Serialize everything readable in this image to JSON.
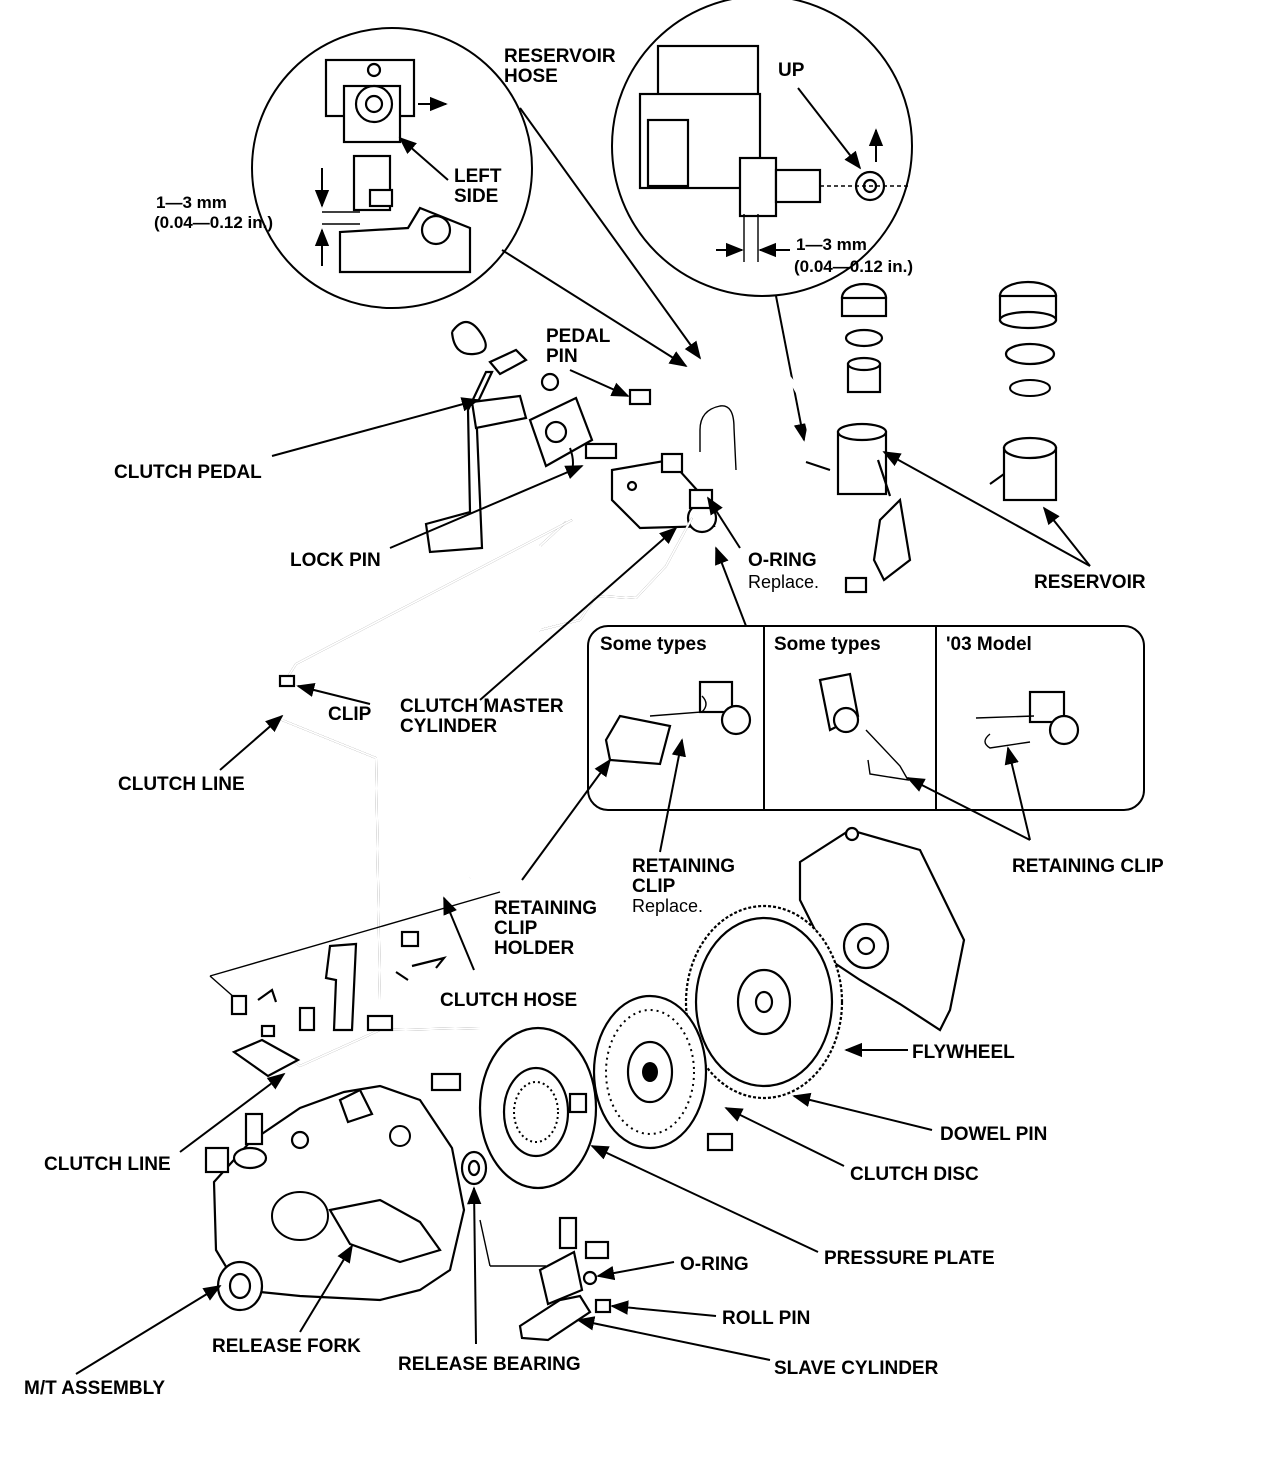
{
  "labels": {
    "reservoir_hose_1": "RESERVOIR",
    "reservoir_hose_2": "HOSE",
    "up": "UP",
    "left_side_1": "LEFT",
    "left_side_2": "SIDE",
    "dim_left_1": "1—3 mm",
    "dim_left_2": "(0.04—0.12 in.)",
    "dim_right_1": "1—3 mm",
    "dim_right_2": "(0.04—0.12 in.)",
    "pedal_pin_1": "PEDAL",
    "pedal_pin_2": "PIN",
    "clutch_pedal": "CLUTCH PEDAL",
    "lock_pin": "LOCK PIN",
    "o_ring_top": "O-RING",
    "o_ring_top_note": "Replace.",
    "reservoir": "RESERVOIR",
    "clip": "CLIP",
    "clutch_master_1": "CLUTCH MASTER",
    "clutch_master_2": "CYLINDER",
    "clutch_line_top": "CLUTCH LINE",
    "some_types_1": "Some types",
    "some_types_2": "Some types",
    "model_03": "'03 Model",
    "retaining_clip_right": "RETAINING CLIP",
    "retaining_clip_mid_1": "RETAINING",
    "retaining_clip_mid_2": "CLIP",
    "retaining_clip_mid_note": "Replace.",
    "retaining_holder_1": "RETAINING",
    "retaining_holder_2": "CLIP",
    "retaining_holder_3": "HOLDER",
    "clutch_hose": "CLUTCH HOSE",
    "flywheel": "FLYWHEEL",
    "dowel_pin": "DOWEL PIN",
    "clutch_disc": "CLUTCH DISC",
    "clutch_line_bottom": "CLUTCH LINE",
    "pressure_plate": "PRESSURE PLATE",
    "o_ring_bottom": "O-RING",
    "roll_pin": "ROLL PIN",
    "release_fork": "RELEASE FORK",
    "release_bearing": "RELEASE BEARING",
    "slave_cylinder": "SLAVE CYLINDER",
    "mt_assembly": "M/T ASSEMBLY"
  }
}
